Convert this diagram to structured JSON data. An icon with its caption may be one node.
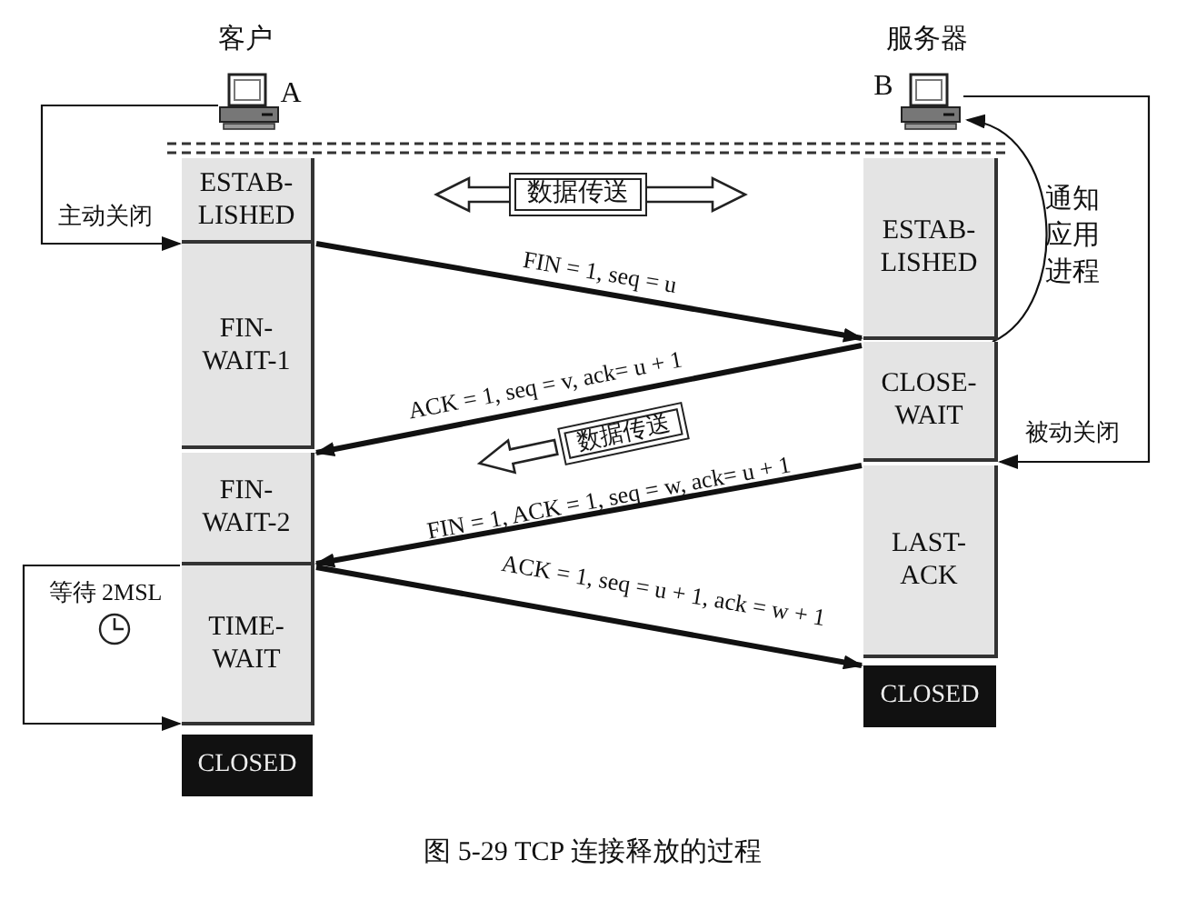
{
  "diagram": {
    "caption": "图 5-29 TCP 连接释放的过程",
    "nodes": [
      {
        "text": [],
        "shape": "computer",
        "beside": [
          "客户",
          "A"
        ]
      },
      {
        "text": [],
        "shape": "computer",
        "beside": [
          "服务器",
          "B"
        ]
      },
      {
        "text": [
          "ESTAB- LISHED"
        ]
      },
      {
        "text": [
          "FIN- WAIT-1"
        ]
      },
      {
        "text": [
          "FIN- WAIT-2"
        ]
      },
      {
        "text": [
          "TIME- WAIT"
        ]
      },
      {
        "text": [
          "CLOSED"
        ]
      },
      {
        "text": [
          "ESTAB- LISHED"
        ]
      },
      {
        "text": [
          "CLOSE- WAIT"
        ]
      },
      {
        "text": [
          "LAST- ACK"
        ]
      },
      {
        "text": [
          "CLOSED"
        ]
      },
      {
        "text": [
          "数据传送"
        ]
      },
      {
        "text": [
          "数据传送"
        ]
      }
    ],
    "edges": [
      {
        "from": 0,
        "to": 3,
        "arrow": "to",
        "label": "主动关闭"
      },
      {
        "from": 3,
        "to": 8,
        "arrow": "to",
        "label": "FIN = 1, seq = u",
        "style": "thick"
      },
      {
        "from": 8,
        "to": 4,
        "arrow": "to",
        "label": "ACK = 1, seq = v, ack= u + 1",
        "style": "thick"
      },
      {
        "from": 8,
        "to": 1,
        "arrow": "to",
        "label": "通知应用进程"
      },
      {
        "from": 1,
        "to": 9,
        "arrow": "to",
        "label": "被动关闭"
      },
      {
        "from": 9,
        "to": 5,
        "arrow": "to",
        "label": "FIN = 1, ACK = 1, seq = w, ack= u + 1",
        "style": "thick"
      },
      {
        "from": 5,
        "to": 10,
        "arrow": "to",
        "label": "ACK = 1, seq = u + 1, ack = w + 1",
        "style": "thick"
      },
      {
        "from": 5,
        "to": 6,
        "arrow": "to",
        "label": "等待 2MSL"
      }
    ]
  }
}
